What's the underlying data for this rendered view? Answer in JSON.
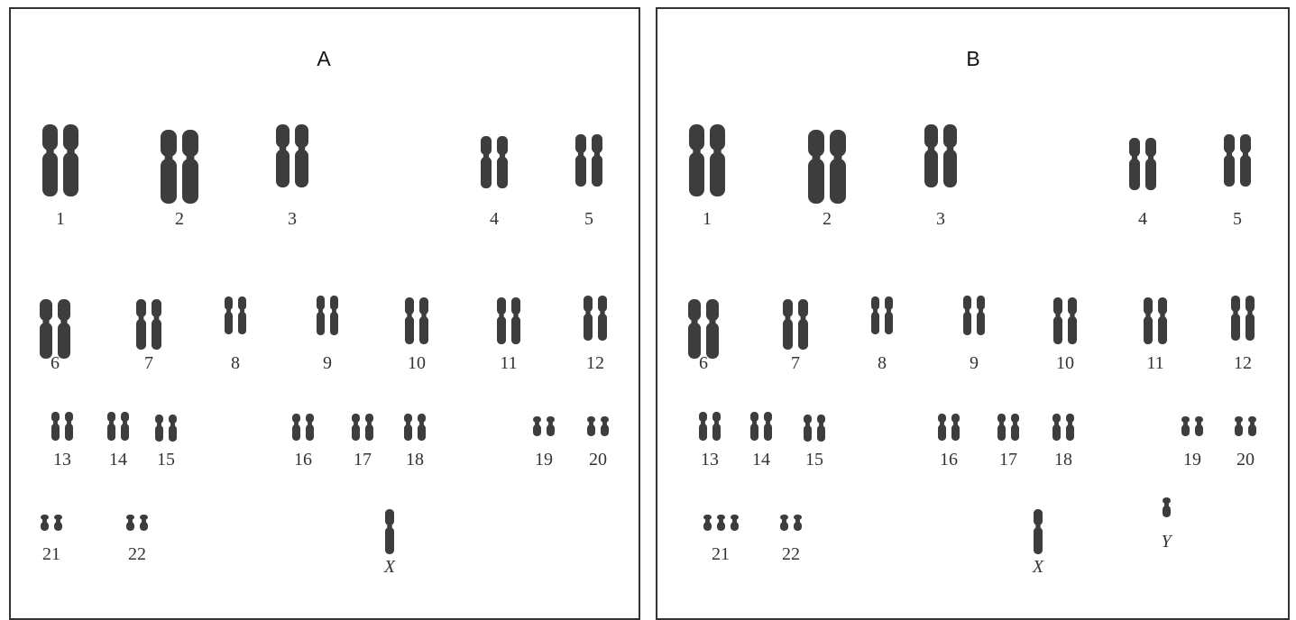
{
  "panels": [
    {
      "title": "A",
      "groups": [
        {
          "label": "1",
          "count": 2
        },
        {
          "label": "2",
          "count": 2
        },
        {
          "label": "3",
          "count": 2
        },
        {
          "label": "4",
          "count": 2
        },
        {
          "label": "5",
          "count": 2
        },
        {
          "label": "6",
          "count": 2
        },
        {
          "label": "7",
          "count": 2
        },
        {
          "label": "8",
          "count": 2
        },
        {
          "label": "9",
          "count": 2
        },
        {
          "label": "10",
          "count": 2
        },
        {
          "label": "11",
          "count": 2
        },
        {
          "label": "12",
          "count": 2
        },
        {
          "label": "13",
          "count": 2
        },
        {
          "label": "14",
          "count": 2
        },
        {
          "label": "15",
          "count": 2
        },
        {
          "label": "16",
          "count": 2
        },
        {
          "label": "17",
          "count": 2
        },
        {
          "label": "18",
          "count": 2
        },
        {
          "label": "19",
          "count": 2
        },
        {
          "label": "20",
          "count": 2
        },
        {
          "label": "21",
          "count": 2
        },
        {
          "label": "22",
          "count": 2
        },
        {
          "label": "X",
          "count": 1
        }
      ]
    },
    {
      "title": "B",
      "groups": [
        {
          "label": "1",
          "count": 2
        },
        {
          "label": "2",
          "count": 2
        },
        {
          "label": "3",
          "count": 2
        },
        {
          "label": "4",
          "count": 2
        },
        {
          "label": "5",
          "count": 2
        },
        {
          "label": "6",
          "count": 2
        },
        {
          "label": "7",
          "count": 2
        },
        {
          "label": "8",
          "count": 2
        },
        {
          "label": "9",
          "count": 2
        },
        {
          "label": "10",
          "count": 2
        },
        {
          "label": "11",
          "count": 2
        },
        {
          "label": "12",
          "count": 2
        },
        {
          "label": "13",
          "count": 2
        },
        {
          "label": "14",
          "count": 2
        },
        {
          "label": "15",
          "count": 2
        },
        {
          "label": "16",
          "count": 2
        },
        {
          "label": "17",
          "count": 2
        },
        {
          "label": "18",
          "count": 2
        },
        {
          "label": "19",
          "count": 2
        },
        {
          "label": "20",
          "count": 2
        },
        {
          "label": "21",
          "count": 3
        },
        {
          "label": "22",
          "count": 2
        },
        {
          "label": "X",
          "count": 1
        },
        {
          "label": "Y",
          "count": 1
        }
      ]
    }
  ],
  "colors": {
    "chromosome": "#3d3d3d",
    "border": "#333333",
    "label": "#333333"
  }
}
